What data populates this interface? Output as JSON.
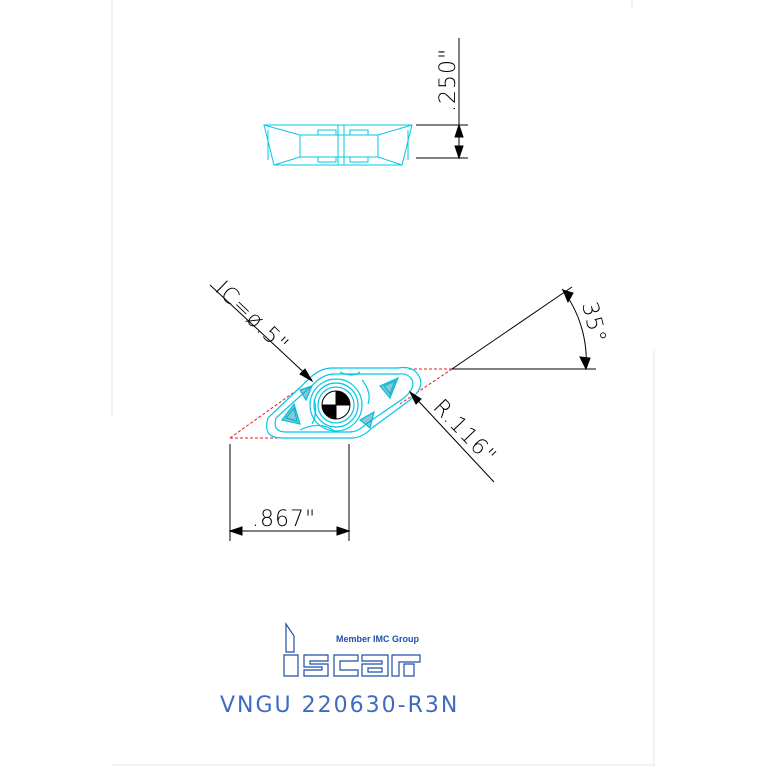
{
  "dimensions": {
    "thickness": ".250\"",
    "ic": "IC=ø.5\"",
    "angle": "35°",
    "radius": "R.116\"",
    "length": ".867\""
  },
  "logo": {
    "member_text": "Member IMC Group",
    "brand": "iscar"
  },
  "part_number": "VNGU 220630-R3N",
  "colors": {
    "part": "#00c8e6",
    "dimension": "#000000",
    "construction": "#e02020",
    "logo": "#1f4fa8",
    "title": "#3d6bc4"
  }
}
